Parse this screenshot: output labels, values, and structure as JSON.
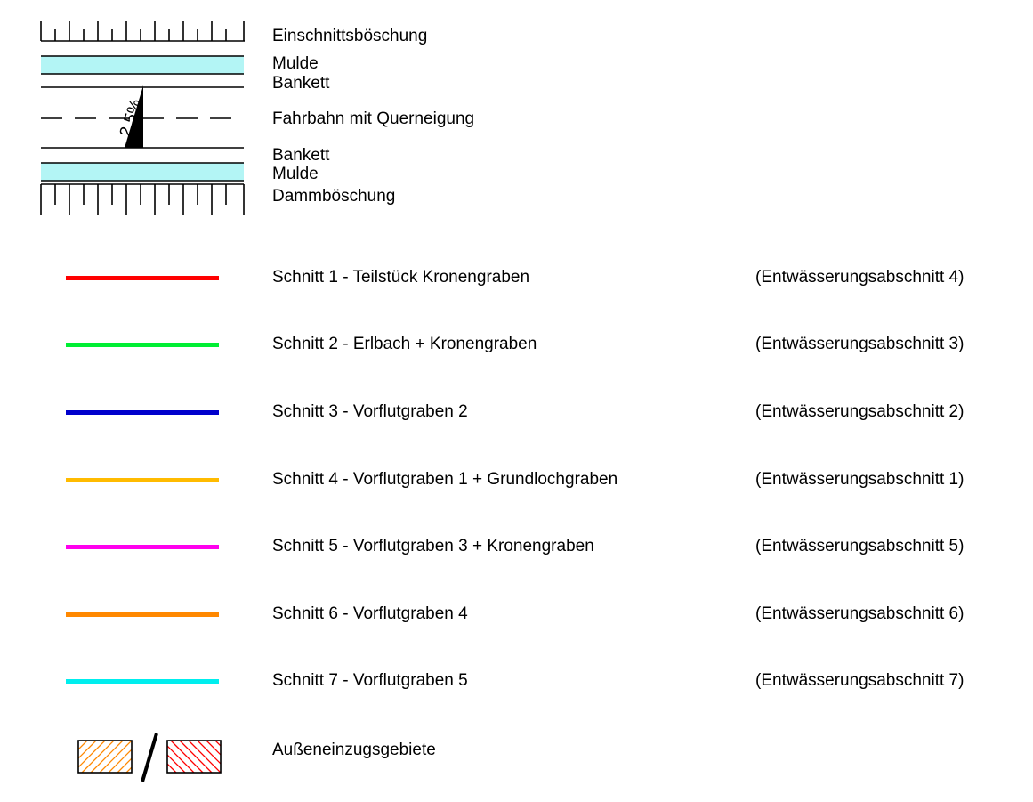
{
  "cross_section": {
    "labels": {
      "einschnitt": "Einschnittsböschung",
      "mulde_top": "Mulde",
      "bankett_top": "Bankett",
      "fahrbahn": "Fahrbahn mit Querneigung",
      "bankett_bottom": "Bankett",
      "mulde_bottom": "Mulde",
      "damm": "Dammböschung"
    },
    "slope_text": "2.5%",
    "colors": {
      "mulde": "#b3f5f5",
      "line": "#000000"
    }
  },
  "legend": [
    {
      "name": "Schnitt 1 - Teilstück Kronengraben",
      "abschnitt": "(Entwässerungsabschnitt 4)",
      "color": "#ff0000"
    },
    {
      "name": "Schnitt 2 - Erlbach + Kronengraben",
      "abschnitt": "(Entwässerungsabschnitt 3)",
      "color": "#00ee33"
    },
    {
      "name": "Schnitt 3 - Vorflutgraben 2",
      "abschnitt": "(Entwässerungsabschnitt 2)",
      "color": "#0000cc"
    },
    {
      "name": "Schnitt 4 - Vorflutgraben 1 + Grundlochgraben",
      "abschnitt": "(Entwässerungsabschnitt 1)",
      "color": "#ffbb00"
    },
    {
      "name": "Schnitt 5 - Vorflutgraben 3 + Kronengraben",
      "abschnitt": "(Entwässerungsabschnitt 5)",
      "color": "#ff00ee"
    },
    {
      "name": "Schnitt 6 - Vorflutgraben 4",
      "abschnitt": "(Entwässerungsabschnitt 6)",
      "color": "#ff8800"
    },
    {
      "name": "Schnitt 7 - Vorflutgraben 5",
      "abschnitt": "(Entwässerungsabschnitt 7)",
      "color": "#00eeee"
    }
  ],
  "aussen": {
    "label": "Außeneinzugsgebiete",
    "colors": {
      "left_hatch": "#ff8800",
      "right_hatch": "#ff0000"
    }
  }
}
